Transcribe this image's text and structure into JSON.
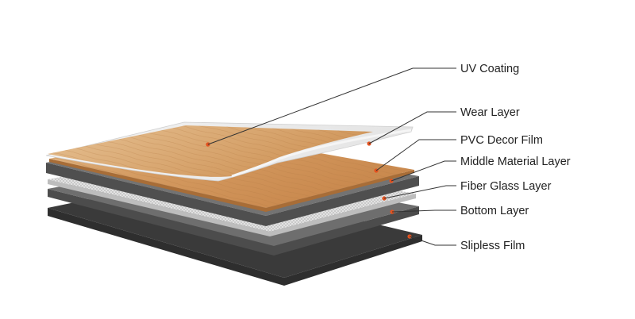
{
  "diagram": {
    "labels": [
      "UV Coating",
      "Wear Layer",
      "PVC Decor Film",
      "Middle Material Layer",
      "Fiber Glass Layer",
      "Bottom Layer",
      "Slipless Film"
    ]
  },
  "colors": {
    "wood_light": "#e0b786",
    "wood_dark": "#c98a4f",
    "gray_layer": "#6b6b6b",
    "gray_edge": "#4a4a4a",
    "mesh_layer": "#dcdcdc",
    "slipless": "#2b2b2b",
    "callout_dot": "#e3521f",
    "leader_line": "#333333"
  }
}
